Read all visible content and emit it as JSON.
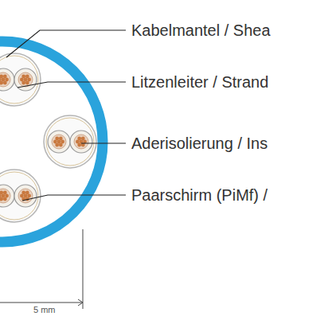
{
  "diagram": {
    "labels": [
      "Kabelmantel / Shea",
      "Litzenleiter / Strand",
      "Aderisolierung / Ins",
      "Paarschirm (PiMf) /",
      "5 mm"
    ]
  }
}
